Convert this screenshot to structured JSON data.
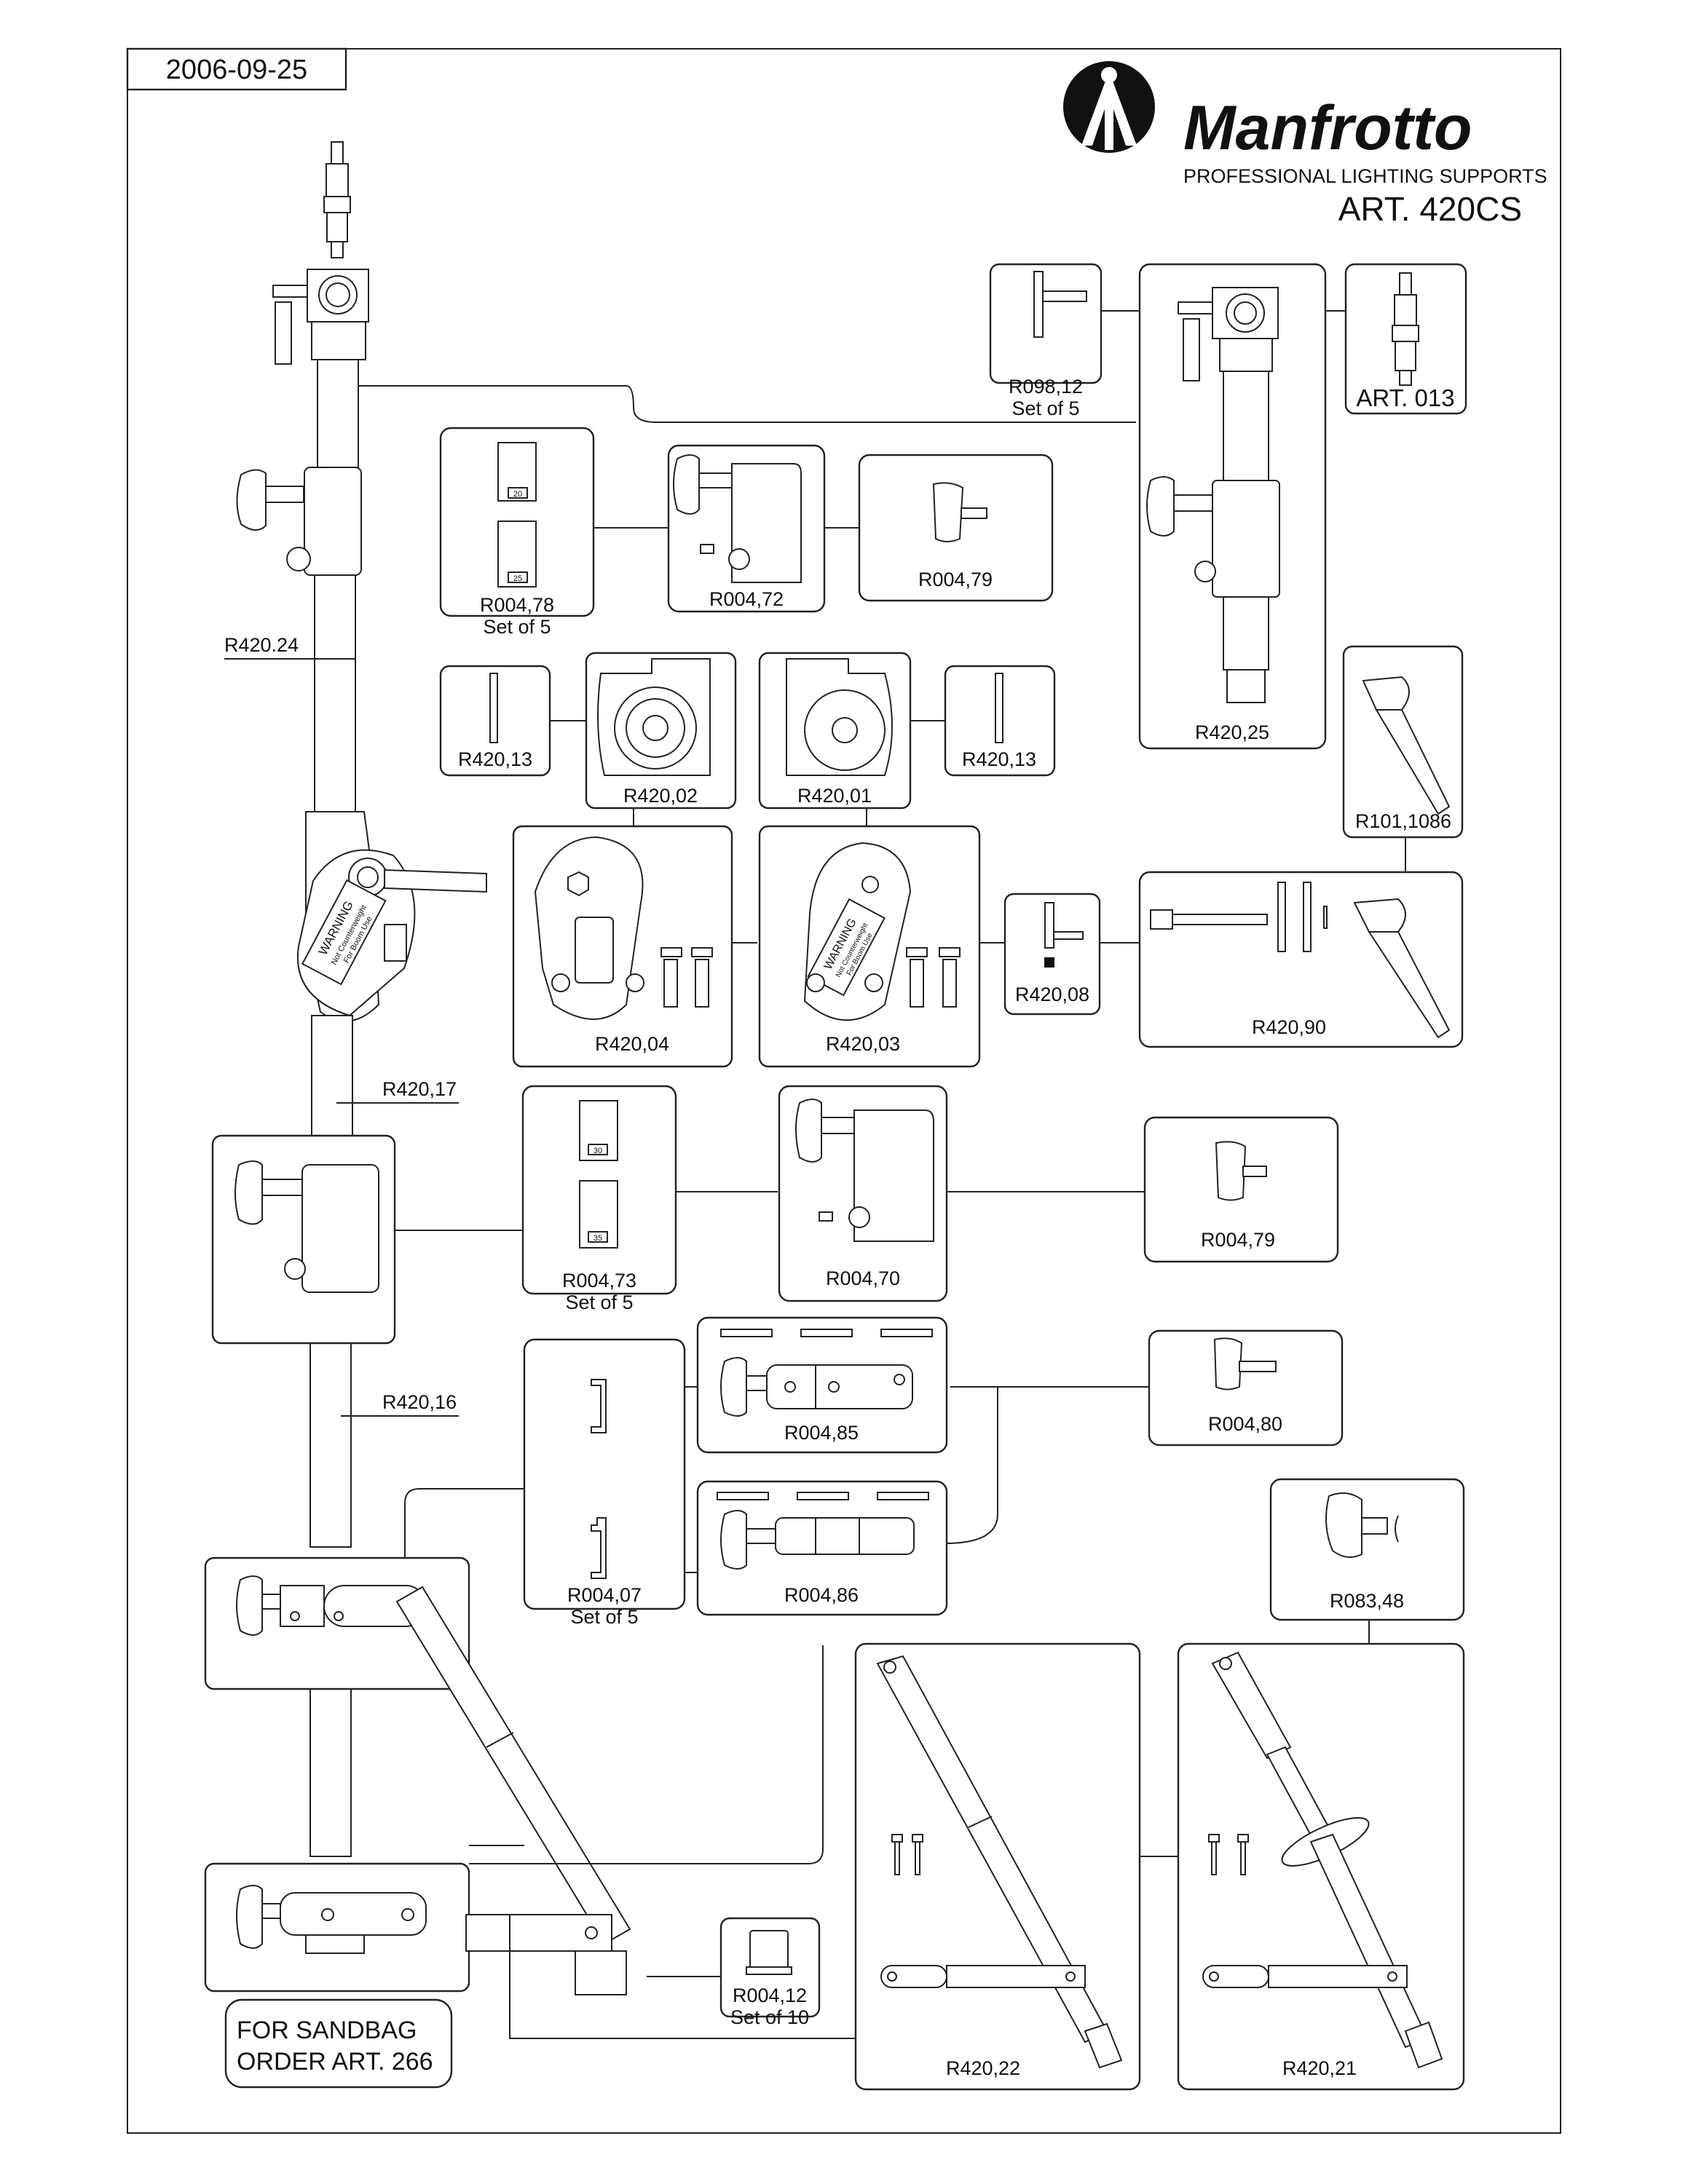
{
  "header": {
    "date": "2006-09-25",
    "brand": "Manfrotto",
    "tagline": "PROFESSIONAL LIGHTING SUPPORTS",
    "article": "ART. 420CS"
  },
  "note": {
    "line1": "FOR SANDBAG",
    "line2": "ORDER ART. 266"
  },
  "parts": {
    "r098_12": {
      "code": "R098,12",
      "qty": "Set of 5"
    },
    "art013": {
      "code": "ART. 013"
    },
    "r004_78": {
      "code": "R004,78",
      "qty": "Set of 5",
      "marks": [
        "20",
        "25"
      ]
    },
    "r004_72": {
      "code": "R004,72"
    },
    "r004_79_a": {
      "code": "R004,79"
    },
    "r420_24": {
      "code": "R420.24"
    },
    "r420_13_a": {
      "code": "R420,13"
    },
    "r420_02": {
      "code": "R420,02"
    },
    "r420_01": {
      "code": "R420,01"
    },
    "r420_13_b": {
      "code": "R420,13"
    },
    "r420_25": {
      "code": "R420,25"
    },
    "r101_1086": {
      "code": "R101,1086"
    },
    "r420_04": {
      "code": "R420,04"
    },
    "r420_03": {
      "code": "R420,03"
    },
    "r420_08": {
      "code": "R420,08"
    },
    "r420_90": {
      "code": "R420,90"
    },
    "r420_17": {
      "code": "R420,17"
    },
    "r004_73": {
      "code": "R004,73",
      "qty": "Set of 5",
      "marks": [
        "30",
        "35"
      ]
    },
    "r004_70": {
      "code": "R004,70"
    },
    "r004_79_b": {
      "code": "R004,79"
    },
    "r420_16": {
      "code": "R420,16"
    },
    "r004_85": {
      "code": "R004,85"
    },
    "r004_80": {
      "code": "R004,80"
    },
    "r004_07": {
      "code": "R004,07",
      "qty": "Set of 5"
    },
    "r004_86": {
      "code": "R004,86"
    },
    "r083_48": {
      "code": "R083,48"
    },
    "r004_12": {
      "code": "R004,12",
      "qty": "Set of 10"
    },
    "r420_22": {
      "code": "R420,22"
    },
    "r420_21": {
      "code": "R420,21"
    }
  },
  "warning": {
    "title": "WARNING",
    "line1": "Not Counterweight",
    "line2": "For Boom Use"
  }
}
